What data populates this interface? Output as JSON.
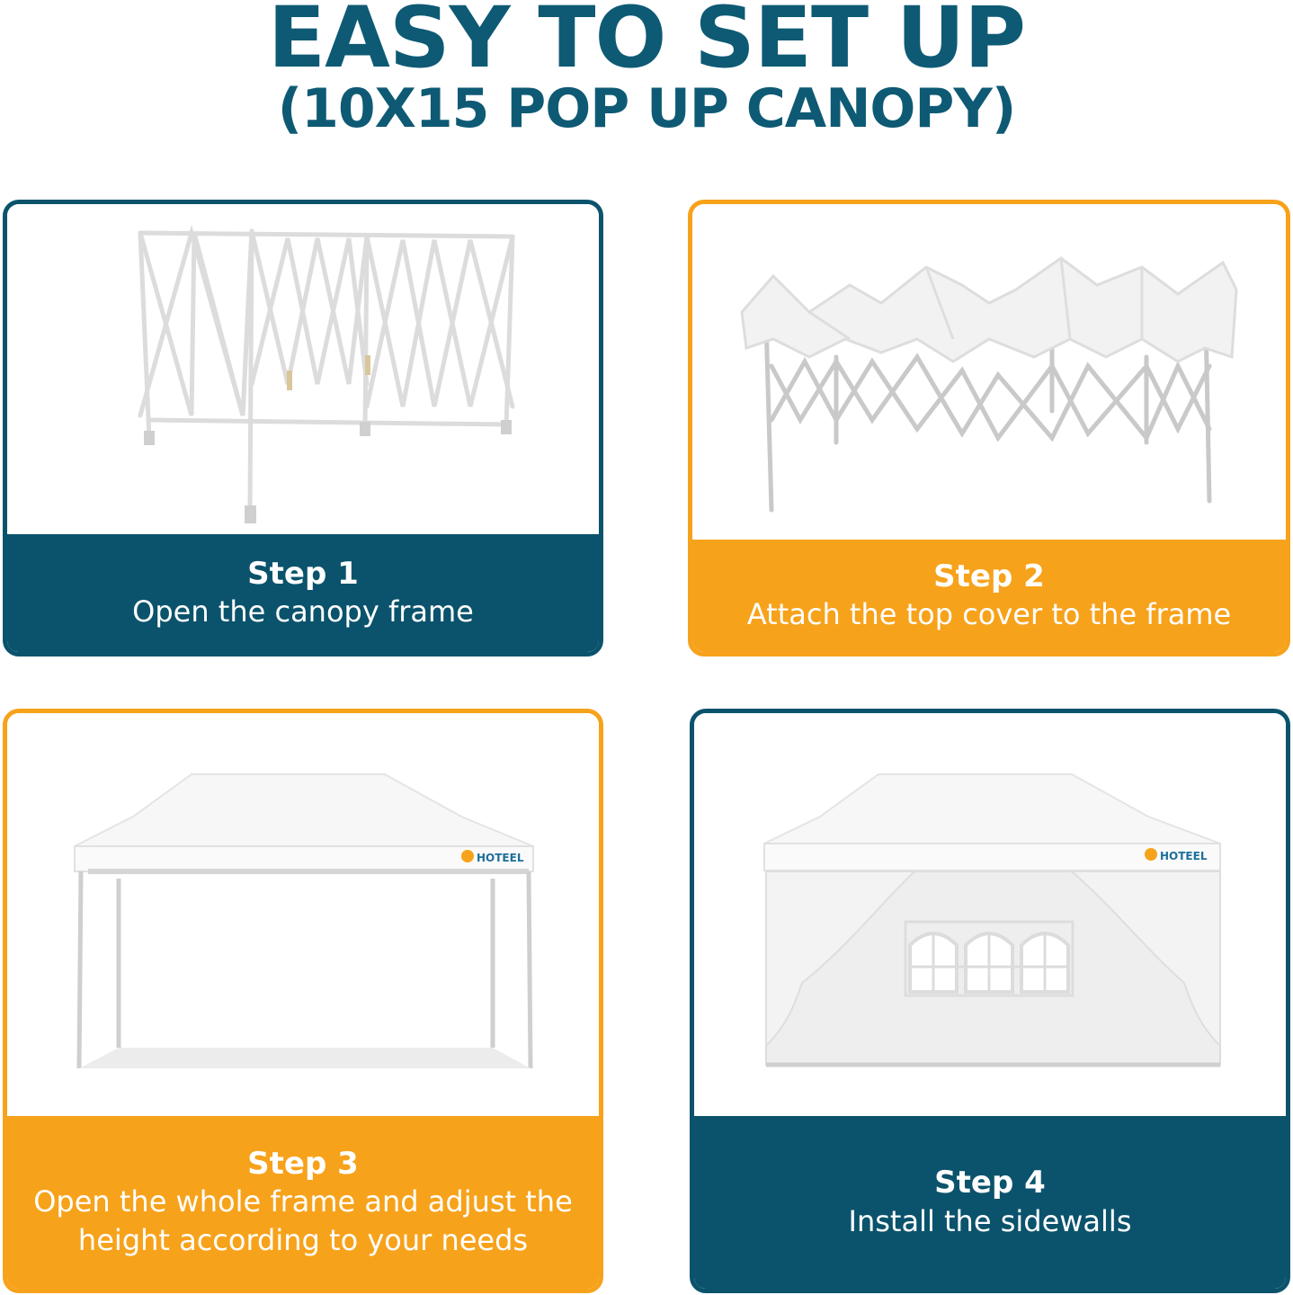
{
  "header": {
    "title": "EASY TO SET UP",
    "subtitle": "(10X15 POP UP CANOPY)"
  },
  "steps": [
    {
      "title": "Step 1",
      "text": "Open the canopy frame"
    },
    {
      "title": "Step 2",
      "text": "Attach the top cover to the frame"
    },
    {
      "title": "Step 3",
      "text": "Open the whole frame and adjust the height according to your needs"
    },
    {
      "title": "Step 4",
      "text": "Install the sidewalls"
    }
  ],
  "brand": {
    "logo_text": "HOTEEL"
  },
  "colors": {
    "teal": "#0b536c",
    "orange": "#f7a21b",
    "heading": "#0e5a74"
  }
}
